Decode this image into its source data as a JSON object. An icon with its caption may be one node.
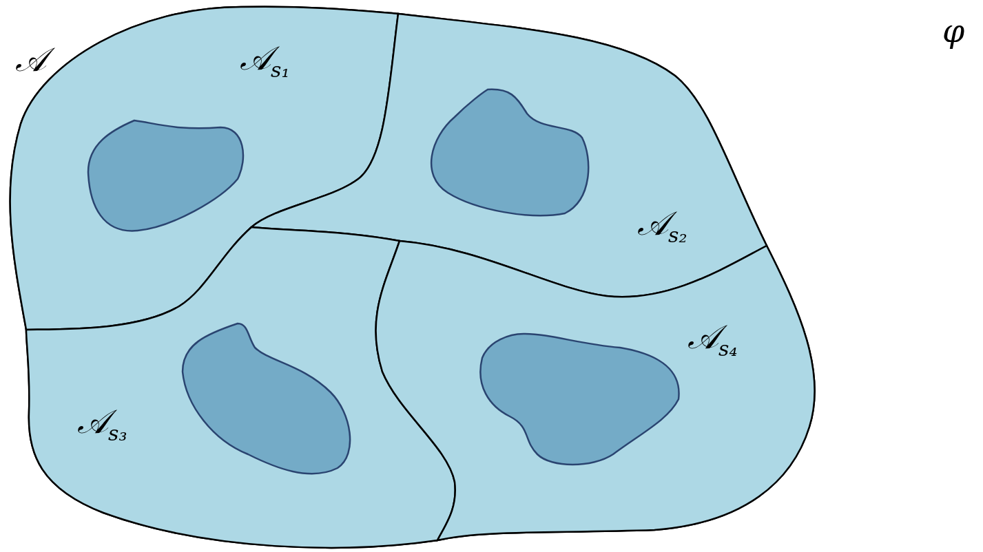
{
  "diagram": {
    "nodes": [
      {
        "text": [
          "𝒜"
        ]
      },
      {
        "text": [
          "𝒜$_{s₁}$"
        ],
        "in": 0
      },
      {
        "text": [],
        "shape": "blob",
        "in": 1
      },
      {
        "text": [
          "𝒜$_{s₂}$"
        ],
        "in": 0
      },
      {
        "text": [],
        "shape": "blob",
        "in": 3
      },
      {
        "text": [
          "𝒜$_{s₃}$"
        ],
        "in": 0
      },
      {
        "text": [],
        "shape": "blob",
        "in": 5
      },
      {
        "text": [
          "𝒜$_{s₄}$"
        ],
        "in": 0
      },
      {
        "text": [],
        "shape": "blob",
        "in": 7
      }
    ],
    "edges": [],
    "labels": [
      "φ"
    ]
  }
}
